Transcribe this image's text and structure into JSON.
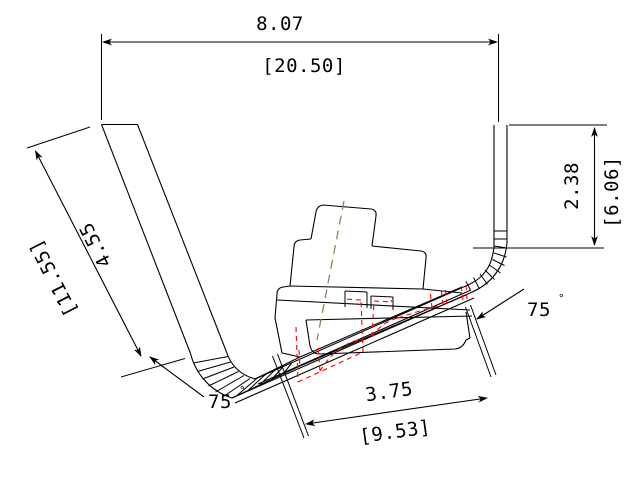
{
  "drawing": {
    "title": "bent-bracket-clamp-section-view",
    "background_color": "#ffffff",
    "line_color": "#000000",
    "hidden_line_color": "#ff0000",
    "centerline_color": "#8f8456"
  },
  "dimensions": {
    "top_width": {
      "name": "overall-width",
      "primary": "8.07",
      "alternate": "[20.50]",
      "orientation": "horizontal"
    },
    "left_arm_length": {
      "name": "left-arm-length",
      "primary": "4.55",
      "alternate": "[11.55]",
      "orientation": "rotated-inclined"
    },
    "right_arm_height": {
      "name": "right-arm-height",
      "primary": "2.38",
      "alternate": "[6.06]",
      "orientation": "vertical"
    },
    "bottom_width": {
      "name": "bottom-flat-width",
      "primary": "3.75",
      "alternate": "[9.53]",
      "orientation": "horizontal"
    }
  },
  "angles": {
    "left": {
      "name": "left-bend-angle",
      "value": "75",
      "symbol": "°"
    },
    "right": {
      "name": "right-bend-angle",
      "value": "75",
      "symbol": "°"
    }
  }
}
